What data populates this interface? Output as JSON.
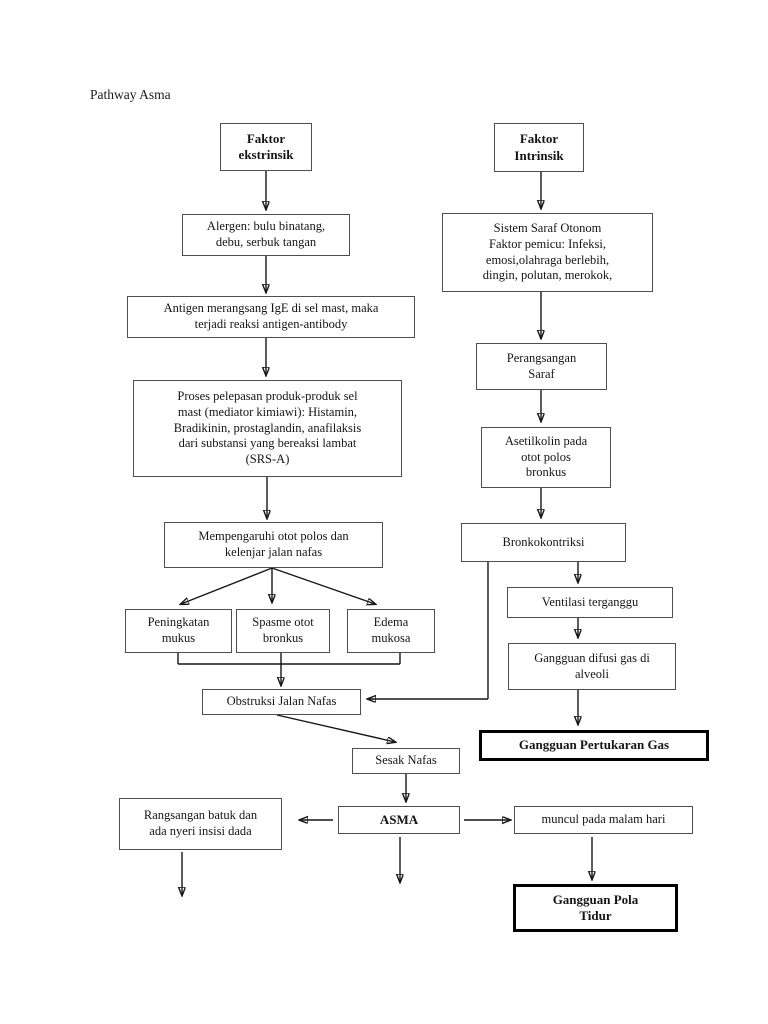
{
  "page": {
    "title": "Pathway Asma",
    "background": "#ffffff"
  },
  "colors": {
    "text": "#1a1a1a",
    "box_border": "#4e4e4e",
    "emphasis_border": "#000000",
    "arrow": "#161616"
  },
  "diagram": {
    "type": "flowchart",
    "nodes": {
      "faktor_ekstrinsik": {
        "label": "Faktor\nekstrinsik",
        "style": "bold"
      },
      "faktor_intrinsik": {
        "label": "Faktor\nIntrinsik",
        "style": "bold"
      },
      "alergen": {
        "label": "Alergen: bulu binatang,\ndebu, serbuk tangan",
        "style": "normal"
      },
      "antigen_ige": {
        "label": "Antigen merangsang IgE di sel mast, maka\nterjadi reaksi antigen-antibody",
        "style": "normal"
      },
      "proses_pelepasan": {
        "label": "Proses pelepasan produk-produk sel\nmast (mediator kimiawi):  Histamin,\nBradikinin,  prostaglandin,  anafilaksis\ndari substansi yang bereaksi lambat\n(SRS-A)",
        "style": "normal"
      },
      "sistem_saraf": {
        "label": "Sistem Saraf Otonom\nFaktor pemicu: Infeksi,\nemosi,olahraga berlebih,\ndingin, polutan, merokok,",
        "style": "normal"
      },
      "perangsangan_saraf": {
        "label": "Perangsangan\nSaraf",
        "style": "normal"
      },
      "asetilkolin": {
        "label": "Asetilkolin pada\notot polos\nbronkus",
        "style": "normal"
      },
      "bronkokontriksi": {
        "label": "Bronkokontriksi",
        "style": "normal"
      },
      "mempengaruhi_otot": {
        "label": "Mempengaruhi otot polos dan\nkelenjar jalan nafas",
        "style": "normal"
      },
      "peningkatan_mukus": {
        "label": "Peningkatan\nmukus",
        "style": "normal"
      },
      "spasme_otot": {
        "label": "Spasme otot\nbronkus",
        "style": "normal"
      },
      "edema_mukosa": {
        "label": "Edema\nmukosa",
        "style": "normal"
      },
      "obstruksi_jalan_nafas": {
        "label": "Obstruksi Jalan Nafas",
        "style": "normal"
      },
      "ventilasi_terganggu": {
        "label": "Ventilasi terganggu",
        "style": "normal"
      },
      "gangguan_difusi": {
        "label": "Gangguan difusi gas di\nalveoli",
        "style": "normal"
      },
      "gangguan_pertukaran_gas": {
        "label": "Gangguan Pertukaran Gas",
        "style": "bold-thick"
      },
      "sesak_nafas": {
        "label": "Sesak Nafas",
        "style": "normal"
      },
      "rangsangan_batuk": {
        "label": "Rangsangan batuk dan\nada nyeri insisi dada",
        "style": "normal"
      },
      "asma": {
        "label": "ASMA",
        "style": "bold"
      },
      "muncul_malam": {
        "label": "muncul pada malam hari",
        "style": "normal"
      },
      "gangguan_pola_tidur": {
        "label": "Gangguan Pola\nTidur",
        "style": "bold-thick"
      }
    },
    "edges": [
      {
        "from": "faktor_ekstrinsik",
        "to": "alergen"
      },
      {
        "from": "alergen",
        "to": "antigen_ige"
      },
      {
        "from": "antigen_ige",
        "to": "proses_pelepasan"
      },
      {
        "from": "proses_pelepasan",
        "to": "mempengaruhi_otot"
      },
      {
        "from": "mempengaruhi_otot",
        "to": "peningkatan_mukus"
      },
      {
        "from": "mempengaruhi_otot",
        "to": "spasme_otot"
      },
      {
        "from": "mempengaruhi_otot",
        "to": "edema_mukosa"
      },
      {
        "from": "peningkatan_mukus",
        "to": "obstruksi_jalan_nafas"
      },
      {
        "from": "spasme_otot",
        "to": "obstruksi_jalan_nafas"
      },
      {
        "from": "edema_mukosa",
        "to": "obstruksi_jalan_nafas"
      },
      {
        "from": "obstruksi_jalan_nafas",
        "to": "sesak_nafas"
      },
      {
        "from": "sesak_nafas",
        "to": "asma"
      },
      {
        "from": "asma",
        "to": "rangsangan_batuk"
      },
      {
        "from": "asma",
        "to": "muncul_malam"
      },
      {
        "from": "asma",
        "to": null
      },
      {
        "from": "rangsangan_batuk",
        "to": null
      },
      {
        "from": "muncul_malam",
        "to": "gangguan_pola_tidur"
      },
      {
        "from": "faktor_intrinsik",
        "to": "sistem_saraf"
      },
      {
        "from": "sistem_saraf",
        "to": "perangsangan_saraf"
      },
      {
        "from": "perangsangan_saraf",
        "to": "asetilkolin"
      },
      {
        "from": "asetilkolin",
        "to": "bronkokontriksi"
      },
      {
        "from": "bronkokontriksi",
        "to": "ventilasi_terganggu"
      },
      {
        "from": "bronkokontriksi",
        "to": "obstruksi_jalan_nafas"
      },
      {
        "from": "ventilasi_terganggu",
        "to": "gangguan_difusi"
      },
      {
        "from": "gangguan_difusi",
        "to": "gangguan_pertukaran_gas"
      }
    ]
  }
}
